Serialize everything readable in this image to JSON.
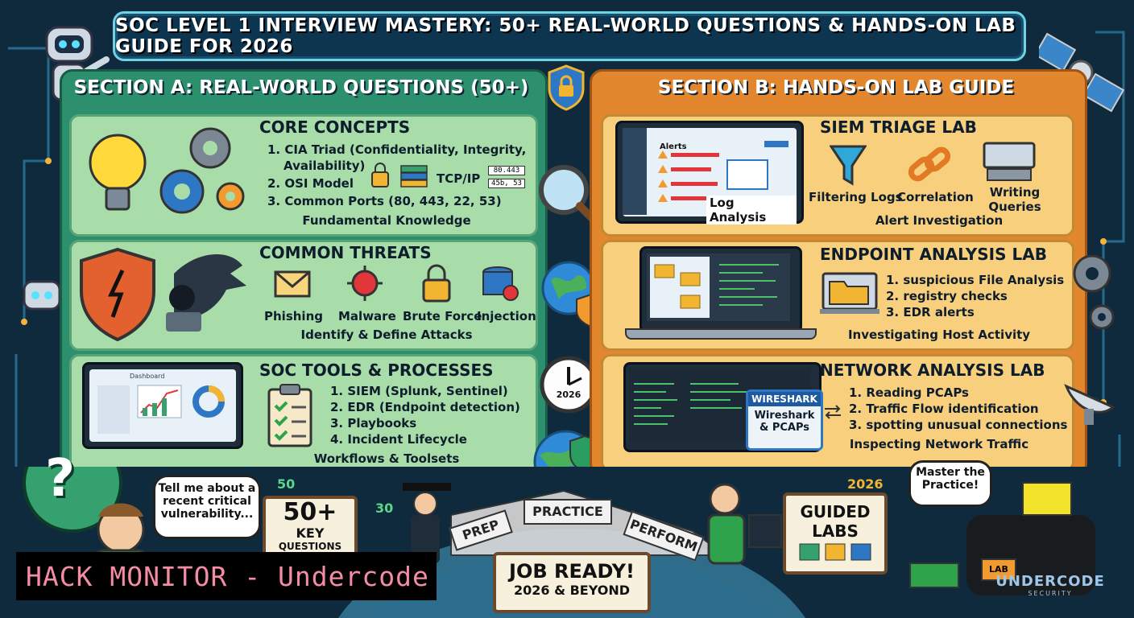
{
  "title": "SOC LEVEL 1 INTERVIEW MASTERY: 50+ REAL-WORLD QUESTIONS & HANDS-ON LAB GUIDE FOR 2026",
  "section_a": {
    "heading": "SECTION A: REAL-WORLD QUESTIONS (50+)",
    "core": {
      "title": "CORE CONCEPTS",
      "items": [
        "1. CIA Triad (Confidentiality, Integrity,",
        "Availability)",
        "2. OSI Model",
        "3. Common Ports (80, 443, 22, 53)"
      ],
      "tcp_label": "TCP/IP",
      "port_tag_1": "80.443",
      "port_tag_2": "45b, 53",
      "footer": "Fundamental Knowledge"
    },
    "threats": {
      "title": "COMMON THREATS",
      "labels": [
        "Phishing",
        "Malware",
        "Brute Force",
        "Injection"
      ],
      "footer": "Identify & Define Attacks"
    },
    "tools": {
      "title": "SOC TOOLS & PROCESSES",
      "dashboard_label": "Dashboard",
      "items": [
        "1. SIEM (Splunk, Sentinel)",
        "2. EDR (Endpoint detection)",
        "3. Playbooks",
        "4. Incident Lifecycle"
      ],
      "footer": "Workflows & Toolsets"
    }
  },
  "section_b": {
    "heading": "SECTION B: HANDS-ON LAB GUIDE",
    "siem": {
      "title": "SIEM TRIAGE LAB",
      "alerts_label": "Alerts",
      "log_analysis": "Log Analysis",
      "labels": [
        "Filtering Logs",
        "Correlation",
        "Writing",
        "Queries"
      ],
      "footer": "Alert Investigation"
    },
    "endpoint": {
      "title": "ENDPOINT ANALYSIS LAB",
      "items": [
        "1. suspicious File Analysis",
        "2. registry checks",
        "3. EDR alerts"
      ],
      "footer": "Investigating Host Activity"
    },
    "network": {
      "title": "NETWORK ANALYSIS LAB",
      "wireshark_logo": "WIRESHARK",
      "wireshark_caption": [
        "Wireshark",
        "& PCAPs"
      ],
      "items": [
        "1. Reading PCAPs",
        "2. Traffic Flow identification",
        "3. spotting unusual connections"
      ],
      "footer": "Inspecting Network Traffic"
    }
  },
  "bottom": {
    "question_bubble": [
      "Tell me about a",
      "recent critical",
      "vulnerability..."
    ],
    "key_sign": [
      "50+",
      "KEY",
      "QUESTIONS"
    ],
    "path": [
      "PREP",
      "PRACTICE",
      "PERFORM"
    ],
    "job_ready": [
      "JOB READY!",
      "2026 & BEYOND"
    ],
    "clock_year": "2026",
    "guided": [
      "GUIDED",
      "LABS"
    ],
    "master_bubble": [
      "Master the",
      "Practice!"
    ],
    "floating_50": "50",
    "floating_30": "30",
    "floating_2026": "2026",
    "lab_label": "LAB"
  },
  "watermark": "HACK MONITOR - Undercode",
  "brand": {
    "name": "UNDERCODE",
    "tag": "SECURITY"
  },
  "colors": {
    "section_a": "#2c8f6d",
    "section_b": "#e2872e",
    "title_border": "#6fd3e6",
    "watermark": "#f48ca3"
  }
}
